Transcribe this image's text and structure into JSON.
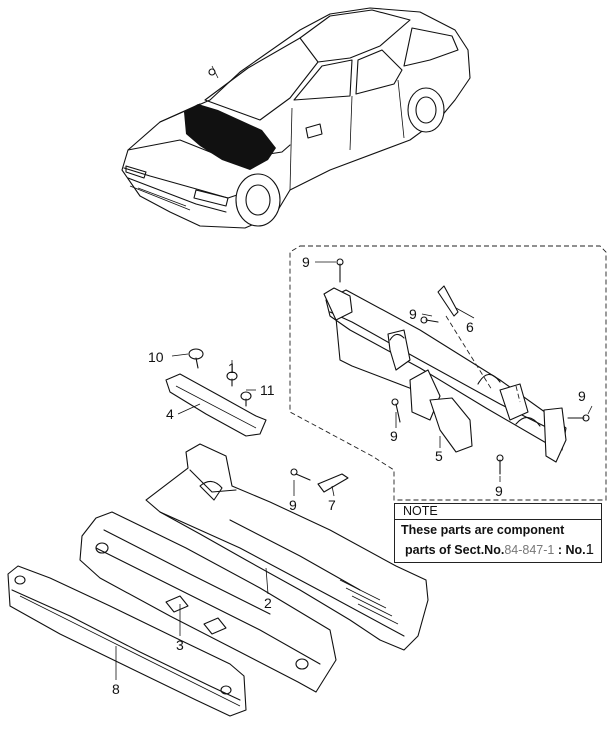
{
  "callouts": [
    {
      "id": "c9a",
      "label": "9"
    },
    {
      "id": "c9b",
      "label": "9"
    },
    {
      "id": "c6",
      "label": "6"
    },
    {
      "id": "c9c",
      "label": "9"
    },
    {
      "id": "c9d",
      "label": "9"
    },
    {
      "id": "c5",
      "label": "5"
    },
    {
      "id": "c9e",
      "label": "9"
    },
    {
      "id": "c1",
      "label": "1"
    },
    {
      "id": "c10",
      "label": "10"
    },
    {
      "id": "c11",
      "label": "11"
    },
    {
      "id": "c4",
      "label": "4"
    },
    {
      "id": "c9f",
      "label": "9"
    },
    {
      "id": "c7",
      "label": "7"
    },
    {
      "id": "c2",
      "label": "2"
    },
    {
      "id": "c3",
      "label": "3"
    },
    {
      "id": "c8",
      "label": "8"
    }
  ],
  "note": {
    "title": "NOTE",
    "line1": "These parts are component",
    "line2_prefix": "parts of Sect.No.",
    "line2_ref": "84-847-1",
    "line2_mid": " : No.",
    "line2_no": "1"
  }
}
